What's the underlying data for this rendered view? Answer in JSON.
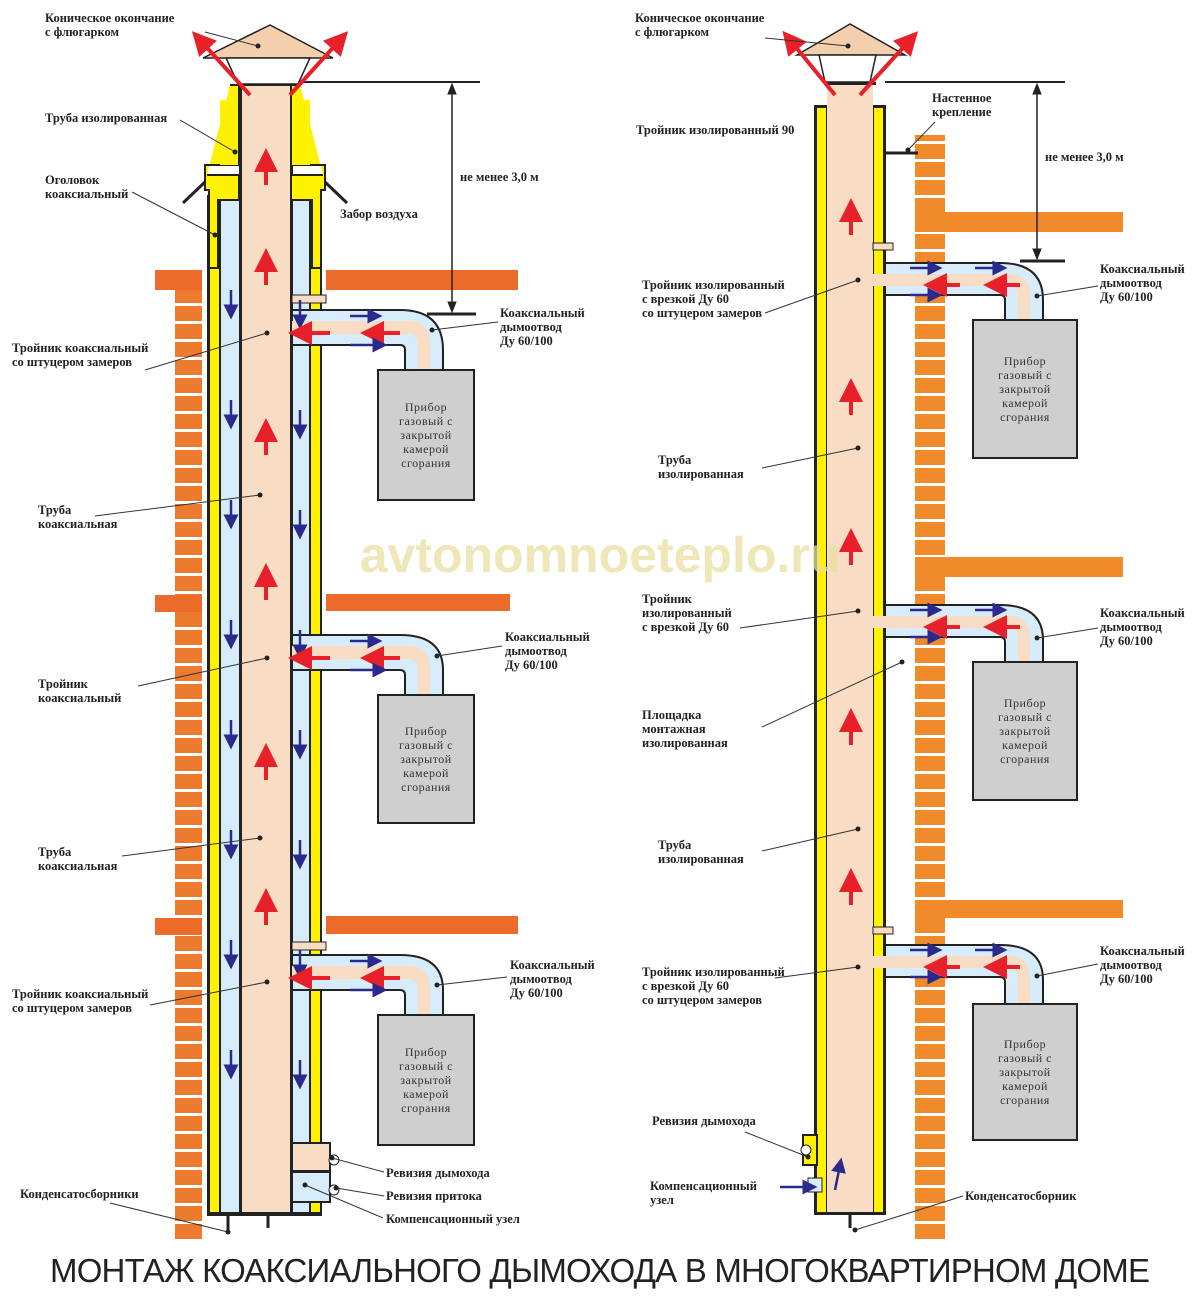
{
  "title": "МОНТАЖ КОАКСИАЛЬНОГО ДЫМОХОДА В МНОГОКВАРТИРНОМ ДОМЕ",
  "watermark": "avtonomnoeteplo.ru",
  "colors": {
    "flue": "#f8dcc3",
    "air": "#d6ecfa",
    "insulation": "#fff200",
    "brick": "#ec7a2f",
    "boiler": "#cfcfcf",
    "hot_arrow": "#e8202a",
    "air_arrow": "#2b2a8c"
  },
  "boiler": [
    "Прибор",
    "газовый с",
    "закрытой",
    "камерой",
    "сгорания"
  ],
  "left": {
    "cap": [
      "Коническое окончание",
      "с флюгарком"
    ],
    "insulated": [
      "Труба изолированная"
    ],
    "head": [
      "Оголовок",
      "коаксиальный"
    ],
    "air_intake": [
      "Забор воздуха"
    ],
    "height": [
      "не менее 3,0 м"
    ],
    "flue1": [
      "Коаксиальный",
      "дымоотвод",
      "Ду 60/100"
    ],
    "tee1": [
      "Тройник коаксиальный",
      "со штуцером замеров"
    ],
    "pipe1": [
      "Труба",
      "коаксиальная"
    ],
    "flue2": [
      "Коаксиальный",
      "дымоотвод",
      "Ду 60/100"
    ],
    "tee2": [
      "Тройник",
      "коаксиальный"
    ],
    "pipe2": [
      "Труба",
      "коаксиальная"
    ],
    "flue3": [
      "Коаксиальный",
      "дымоотвод",
      "Ду 60/100"
    ],
    "tee3": [
      "Тройник коаксиальный",
      "со штуцером замеров"
    ],
    "revision_flue": [
      "Ревизия дымохода"
    ],
    "revision_intake": [
      "Ревизия притока"
    ],
    "compensation": [
      "Компенсационный узел"
    ],
    "condensate": [
      "Конденсатосборники"
    ]
  },
  "right": {
    "cap": [
      "Коническое окончание",
      "с флюгарком"
    ],
    "tee90": [
      "Тройник изолированный 90"
    ],
    "wall_mount": [
      "Настенное",
      "крепление"
    ],
    "height": [
      "не менее 3,0 м"
    ],
    "tee1": [
      "Тройник изолированный",
      "с врезкой Ду 60",
      "со штуцером замеров"
    ],
    "flue1": [
      "Коаксиальный",
      "дымоотвод",
      "Ду 60/100"
    ],
    "pipe1": [
      "Труба",
      "изолированная"
    ],
    "tee2": [
      "Тройник",
      "изолированный",
      "с врезкой Ду 60"
    ],
    "flue2": [
      "Коаксиальный",
      "дымоотвод",
      "Ду 60/100"
    ],
    "platform": [
      "Площадка",
      "монтажная",
      "изолированная"
    ],
    "pipe2": [
      "Труба",
      "изолированная"
    ],
    "tee3": [
      "Тройник изолированный",
      "с врезкой Ду 60",
      "со штуцером замеров"
    ],
    "flue3": [
      "Коаксиальный",
      "дымоотвод",
      "Ду 60/100"
    ],
    "revision": [
      "Ревизия дымохода"
    ],
    "compensation": [
      "Компенсационный",
      "узел"
    ],
    "condensate": [
      "Конденсатосборник"
    ]
  }
}
